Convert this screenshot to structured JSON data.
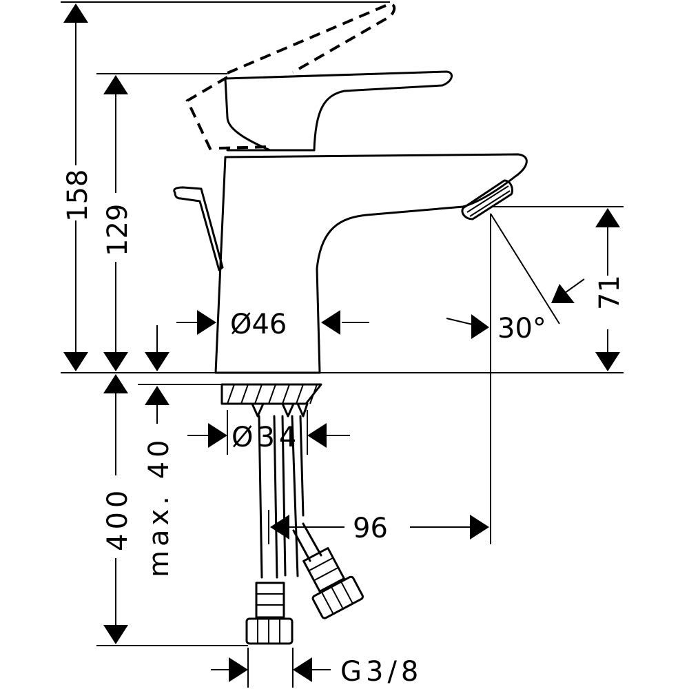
{
  "dimensions": {
    "total_height": "158",
    "spout_height": "129",
    "outlet_height": "71",
    "body_diameter": "Ø46",
    "hole_diameter": "Ø34",
    "max_counter_thickness": "max. 40",
    "hose_length": "400",
    "spout_reach": "96",
    "spray_angle": "30°",
    "connection_thread": "G3/8"
  }
}
